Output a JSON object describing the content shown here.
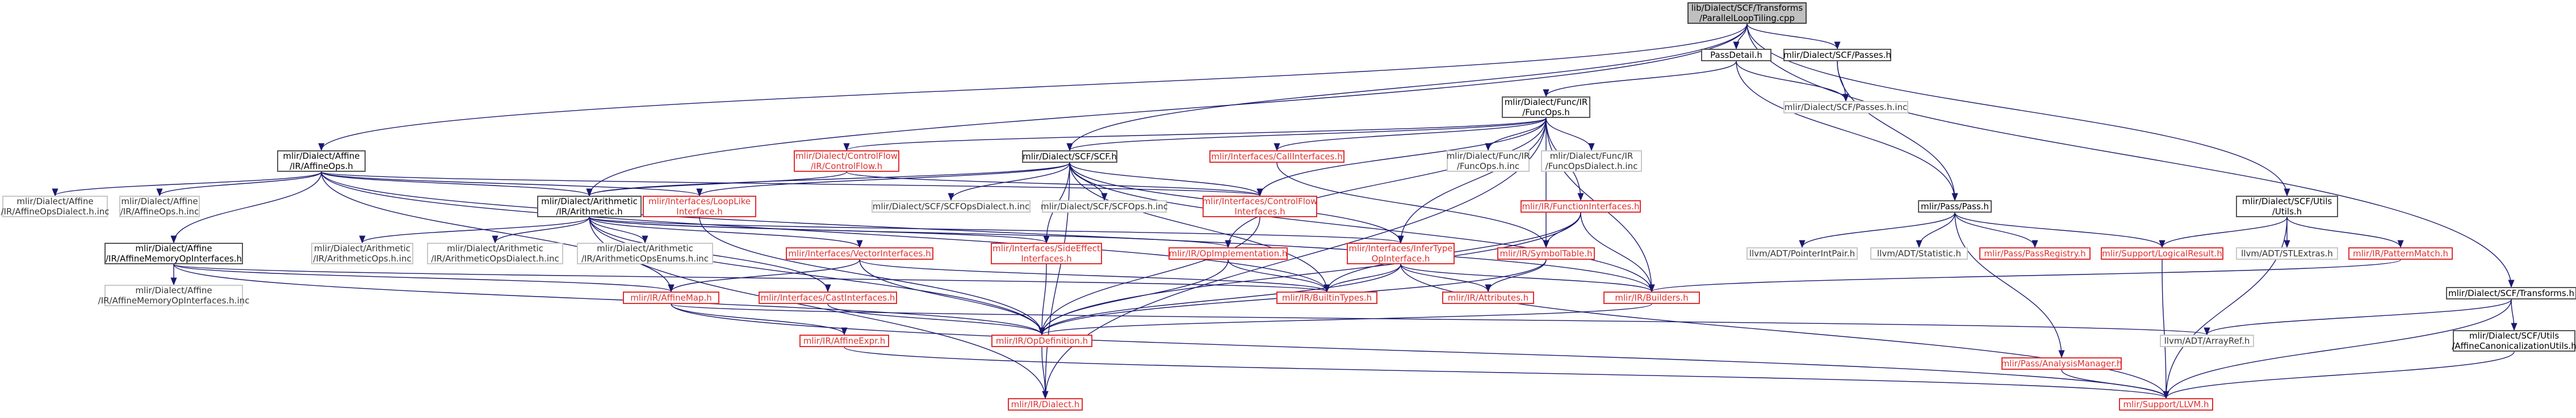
{
  "nodes": [
    {
      "id": "root",
      "lines": [
        "lib/Dialect/SCF/Transforms",
        "/ParallelLoopTiling.cpp"
      ],
      "style": "root"
    },
    {
      "id": "passdetail",
      "lines": [
        "PassDetail.h"
      ],
      "style": "normal"
    },
    {
      "id": "scfpasses",
      "lines": [
        "mlir/Dialect/SCF/Passes.h"
      ],
      "style": "normal"
    },
    {
      "id": "funcops",
      "lines": [
        "mlir/Dialect/Func/IR",
        "/FuncOps.h"
      ],
      "style": "normal"
    },
    {
      "id": "scfpassesinc",
      "lines": [
        "mlir/Dialect/SCF/Passes.h.inc"
      ],
      "style": "gray"
    },
    {
      "id": "affineops",
      "lines": [
        "mlir/Dialect/Affine",
        "/IR/AffineOps.h"
      ],
      "style": "normal"
    },
    {
      "id": "controlflow",
      "lines": [
        "mlir/Dialect/ControlFlow",
        "/IR/ControlFlow.h"
      ],
      "style": "red"
    },
    {
      "id": "scfh",
      "lines": [
        "mlir/Dialect/SCF/SCF.h"
      ],
      "style": "normal"
    },
    {
      "id": "callinterfaces",
      "lines": [
        "mlir/Interfaces/CallInterfaces.h"
      ],
      "style": "red"
    },
    {
      "id": "funcopsinc",
      "lines": [
        "mlir/Dialect/Func/IR",
        "/FuncOps.h.inc"
      ],
      "style": "gray"
    },
    {
      "id": "funcopsdialectinc",
      "lines": [
        "mlir/Dialect/Func/IR",
        "/FuncOpsDialect.h.inc"
      ],
      "style": "gray"
    },
    {
      "id": "affineopsdialectinc",
      "lines": [
        "mlir/Dialect/Affine",
        "/IR/AffineOpsDialect.h.inc"
      ],
      "style": "gray"
    },
    {
      "id": "affineopsinc",
      "lines": [
        "mlir/Dialect/Affine",
        "/IR/AffineOps.h.inc"
      ],
      "style": "gray"
    },
    {
      "id": "arithmetic",
      "lines": [
        "mlir/Dialect/Arithmetic",
        "/IR/Arithmetic.h"
      ],
      "style": "normal"
    },
    {
      "id": "looplike",
      "lines": [
        "mlir/Interfaces/LoopLike",
        "Interface.h"
      ],
      "style": "red"
    },
    {
      "id": "scfopsdialectinc",
      "lines": [
        "mlir/Dialect/SCF/SCFOpsDialect.h.inc"
      ],
      "style": "gray"
    },
    {
      "id": "scfopsinc",
      "lines": [
        "mlir/Dialect/SCF/SCFOps.h.inc"
      ],
      "style": "gray"
    },
    {
      "id": "controlflowinterfaces",
      "lines": [
        "mlir/Interfaces/ControlFlow",
        "Interfaces.h"
      ],
      "style": "red"
    },
    {
      "id": "functioninterfaces",
      "lines": [
        "mlir/IR/FunctionInterfaces.h"
      ],
      "style": "red"
    },
    {
      "id": "passh",
      "lines": [
        "mlir/Pass/Pass.h"
      ],
      "style": "normal"
    },
    {
      "id": "scfutils",
      "lines": [
        "mlir/Dialect/SCF/Utils",
        "/Utils.h"
      ],
      "style": "normal"
    },
    {
      "id": "affinememory",
      "lines": [
        "mlir/Dialect/Affine",
        "/IR/AffineMemoryOpInterfaces.h"
      ],
      "style": "normal"
    },
    {
      "id": "arithmeticopsinc",
      "lines": [
        "mlir/Dialect/Arithmetic",
        "/IR/ArithmeticOps.h.inc"
      ],
      "style": "gray"
    },
    {
      "id": "arithmeticdialectinc",
      "lines": [
        "mlir/Dialect/Arithmetic",
        "/IR/ArithmeticOpsDialect.h.inc"
      ],
      "style": "gray"
    },
    {
      "id": "arithmeticenumsinc",
      "lines": [
        "mlir/Dialect/Arithmetic",
        "/IR/ArithmeticOpsEnums.h.inc"
      ],
      "style": "gray"
    },
    {
      "id": "vectorinterfaces",
      "lines": [
        "mlir/Interfaces/VectorInterfaces.h"
      ],
      "style": "red"
    },
    {
      "id": "sideeffect",
      "lines": [
        "mlir/Interfaces/SideEffect",
        "Interfaces.h"
      ],
      "style": "red"
    },
    {
      "id": "opimplementation",
      "lines": [
        "mlir/IR/OpImplementation.h"
      ],
      "style": "red"
    },
    {
      "id": "infertype",
      "lines": [
        "mlir/Interfaces/InferType",
        "OpInterface.h"
      ],
      "style": "red"
    },
    {
      "id": "symboltable",
      "lines": [
        "mlir/IR/SymbolTable.h"
      ],
      "style": "red"
    },
    {
      "id": "pointerintpair",
      "lines": [
        "llvm/ADT/PointerIntPair.h"
      ],
      "style": "gray"
    },
    {
      "id": "statistic",
      "lines": [
        "llvm/ADT/Statistic.h"
      ],
      "style": "gray"
    },
    {
      "id": "passregistry",
      "lines": [
        "mlir/Pass/PassRegistry.h"
      ],
      "style": "red"
    },
    {
      "id": "logicalresult",
      "lines": [
        "mlir/Support/LogicalResult.h"
      ],
      "style": "red"
    },
    {
      "id": "stlextras",
      "lines": [
        "llvm/ADT/STLExtras.h"
      ],
      "style": "gray"
    },
    {
      "id": "patternmatch",
      "lines": [
        "mlir/IR/PatternMatch.h"
      ],
      "style": "red"
    },
    {
      "id": "affinememoryinc",
      "lines": [
        "mlir/Dialect/Affine",
        "/IR/AffineMemoryOpInterfaces.h.inc"
      ],
      "style": "gray"
    },
    {
      "id": "affinemap",
      "lines": [
        "mlir/IR/AffineMap.h"
      ],
      "style": "red"
    },
    {
      "id": "castinterfaces",
      "lines": [
        "mlir/Interfaces/CastInterfaces.h"
      ],
      "style": "red"
    },
    {
      "id": "builtintypes",
      "lines": [
        "mlir/IR/BuiltinTypes.h"
      ],
      "style": "red"
    },
    {
      "id": "attributes",
      "lines": [
        "mlir/IR/Attributes.h"
      ],
      "style": "red"
    },
    {
      "id": "builders",
      "lines": [
        "mlir/IR/Builders.h"
      ],
      "style": "red"
    },
    {
      "id": "scftransforms",
      "lines": [
        "mlir/Dialect/SCF/Transforms.h"
      ],
      "style": "normal"
    },
    {
      "id": "affineexpr",
      "lines": [
        "mlir/IR/AffineExpr.h"
      ],
      "style": "red"
    },
    {
      "id": "opdefinition",
      "lines": [
        "mlir/IR/OpDefinition.h"
      ],
      "style": "red"
    },
    {
      "id": "arrayref",
      "lines": [
        "llvm/ADT/ArrayRef.h"
      ],
      "style": "gray"
    },
    {
      "id": "affinecanon",
      "lines": [
        "mlir/Dialect/SCF/Utils",
        "/AffineCanonicalizationUtils.h"
      ],
      "style": "normal"
    },
    {
      "id": "analysismanager",
      "lines": [
        "mlir/Pass/AnalysisManager.h"
      ],
      "style": "red"
    },
    {
      "id": "dialecth",
      "lines": [
        "mlir/IR/Dialect.h"
      ],
      "style": "red"
    },
    {
      "id": "llvmh",
      "lines": [
        "mlir/Support/LLVM.h"
      ],
      "style": "red"
    }
  ],
  "edges": [
    [
      "root",
      "passdetail"
    ],
    [
      "root",
      "scfpasses"
    ],
    [
      "root",
      "affineops"
    ],
    [
      "root",
      "arithmetic"
    ],
    [
      "root",
      "scfh"
    ],
    [
      "root",
      "scfutils"
    ],
    [
      "root",
      "scftransforms"
    ],
    [
      "passdetail",
      "funcops"
    ],
    [
      "passdetail",
      "scfpassesinc"
    ],
    [
      "passdetail",
      "passh"
    ],
    [
      "scfpasses",
      "scfpassesinc"
    ],
    [
      "scfpasses",
      "passh"
    ],
    [
      "funcops",
      "controlflow"
    ],
    [
      "funcops",
      "scfh"
    ],
    [
      "funcops",
      "callinterfaces"
    ],
    [
      "funcops",
      "funcopsinc"
    ],
    [
      "funcops",
      "funcopsdialectinc"
    ],
    [
      "funcops",
      "controlflowinterfaces"
    ],
    [
      "funcops",
      "functioninterfaces"
    ],
    [
      "funcops",
      "symboltable"
    ],
    [
      "funcops",
      "infertype"
    ],
    [
      "funcops",
      "builders"
    ],
    [
      "funcops",
      "opimplementation"
    ],
    [
      "funcops",
      "dialecth"
    ],
    [
      "affineops",
      "affineopsdialectinc"
    ],
    [
      "affineops",
      "affineopsinc"
    ],
    [
      "affineops",
      "arithmetic"
    ],
    [
      "affineops",
      "looplike"
    ],
    [
      "affineops",
      "affinememory"
    ],
    [
      "affineops",
      "affinemap"
    ],
    [
      "affineops",
      "builtintypes"
    ],
    [
      "affineops",
      "builders"
    ],
    [
      "affineops",
      "controlflowinterfaces"
    ],
    [
      "controlflow",
      "arithmetic"
    ],
    [
      "controlflow",
      "controlflowinterfaces"
    ],
    [
      "scfh",
      "arithmetic"
    ],
    [
      "scfh",
      "looplike"
    ],
    [
      "scfh",
      "scfopsdialectinc"
    ],
    [
      "scfh",
      "scfopsinc"
    ],
    [
      "scfh",
      "controlflowinterfaces"
    ],
    [
      "scfh",
      "infertype"
    ],
    [
      "scfh",
      "sideeffect"
    ],
    [
      "scfh",
      "builders"
    ],
    [
      "scfh",
      "builtintypes"
    ],
    [
      "scfh",
      "dialecth"
    ],
    [
      "callinterfaces",
      "symboltable"
    ],
    [
      "arithmetic",
      "arithmeticopsinc"
    ],
    [
      "arithmetic",
      "arithmeticdialectinc"
    ],
    [
      "arithmetic",
      "arithmeticenumsinc"
    ],
    [
      "arithmetic",
      "vectorinterfaces"
    ],
    [
      "arithmetic",
      "sideeffect"
    ],
    [
      "arithmetic",
      "infertype"
    ],
    [
      "arithmetic",
      "castinterfaces"
    ],
    [
      "arithmetic",
      "opimplementation"
    ],
    [
      "arithmetic",
      "dialecth"
    ],
    [
      "arithmetic",
      "opdefinition"
    ],
    [
      "looplike",
      "opdefinition"
    ],
    [
      "controlflowinterfaces",
      "opdefinition"
    ],
    [
      "functioninterfaces",
      "symboltable"
    ],
    [
      "functioninterfaces",
      "builtintypes"
    ],
    [
      "functioninterfaces",
      "opdefinition"
    ],
    [
      "functioninterfaces",
      "builders"
    ],
    [
      "passh",
      "pointerintpair"
    ],
    [
      "passh",
      "statistic"
    ],
    [
      "passh",
      "passregistry"
    ],
    [
      "passh",
      "logicalresult"
    ],
    [
      "passh",
      "analysismanager"
    ],
    [
      "scfutils",
      "logicalresult"
    ],
    [
      "scfutils",
      "stlextras"
    ],
    [
      "scfutils",
      "patternmatch"
    ],
    [
      "scfutils",
      "llvmh"
    ],
    [
      "affinememory",
      "affinememoryinc"
    ],
    [
      "affinememory",
      "affinemap"
    ],
    [
      "affinememory",
      "opdefinition"
    ],
    [
      "affinememory",
      "builtintypes"
    ],
    [
      "vectorinterfaces",
      "builtintypes"
    ],
    [
      "vectorinterfaces",
      "opdefinition"
    ],
    [
      "vectorinterfaces",
      "affinemap"
    ],
    [
      "sideeffect",
      "opdefinition"
    ],
    [
      "opimplementation",
      "builtintypes"
    ],
    [
      "opimplementation",
      "opdefinition"
    ],
    [
      "infertype",
      "builtintypes"
    ],
    [
      "infertype",
      "attributes"
    ],
    [
      "infertype",
      "opdefinition"
    ],
    [
      "infertype",
      "builders"
    ],
    [
      "infertype",
      "llvmh"
    ],
    [
      "symboltable",
      "attributes"
    ],
    [
      "symboltable",
      "opdefinition"
    ],
    [
      "logicalresult",
      "llvmh"
    ],
    [
      "patternmatch",
      "builders"
    ],
    [
      "affinemap",
      "affineexpr"
    ],
    [
      "affinemap",
      "arrayref"
    ],
    [
      "affinemap",
      "llvmh"
    ],
    [
      "castinterfaces",
      "opdefinition"
    ],
    [
      "builders",
      "opdefinition"
    ],
    [
      "scftransforms",
      "arrayref"
    ],
    [
      "scftransforms",
      "affinecanon"
    ],
    [
      "scftransforms",
      "llvmh"
    ],
    [
      "affineexpr",
      "llvmh"
    ],
    [
      "opdefinition",
      "dialecth"
    ],
    [
      "affinecanon",
      "llvmh"
    ],
    [
      "analysismanager",
      "llvmh"
    ]
  ],
  "colors": {
    "edge": "#191970",
    "normal_border": "#555555",
    "gray_border": "#c8c8c8",
    "red_border": "#e03030",
    "root_fill": "#c0c0c0"
  }
}
